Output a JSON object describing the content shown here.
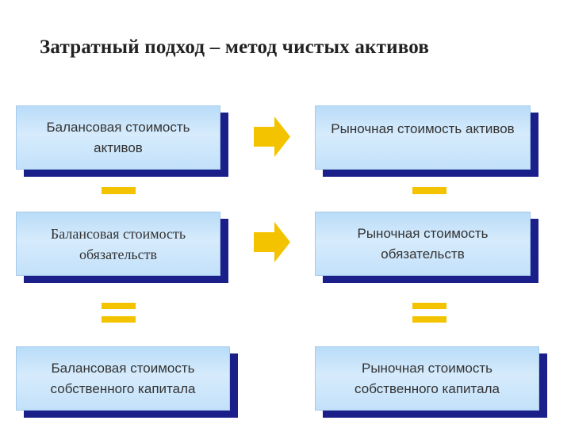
{
  "title": "Затратный подход – метод чистых активов",
  "left_column": {
    "assets": [
      "Балансовая стоимость",
      "активов"
    ],
    "liabilities": [
      "Балансовая стоимость",
      "обязательств"
    ],
    "equity": [
      "Балансовая стоимость",
      "собственного капитала"
    ]
  },
  "right_column": {
    "assets": [
      "Рыночная стоимость активов"
    ],
    "liabilities": [
      "Рыночная стоимость",
      "обязательств"
    ],
    "equity": [
      "Рыночная стоимость",
      "собственного капитала"
    ]
  },
  "colors": {
    "box_fill": "#c9e4fb",
    "box_shadow": "#1a1f8a",
    "operator": "#f4c300",
    "arrow": "#f4c300"
  }
}
